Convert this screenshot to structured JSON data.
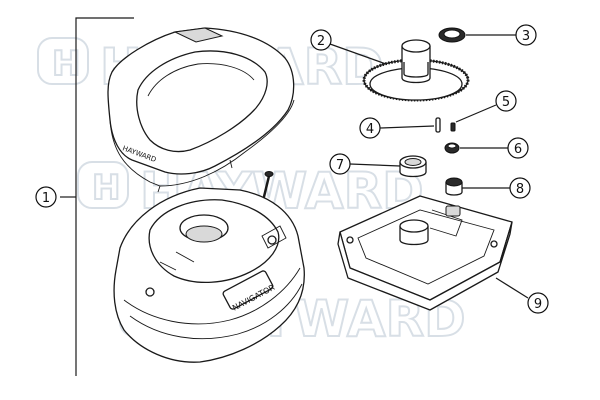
{
  "watermark": {
    "brand": "HAYWARD",
    "logo_letter": "H"
  },
  "callouts": [
    {
      "id": "1",
      "label": "1"
    },
    {
      "id": "2",
      "label": "2"
    },
    {
      "id": "3",
      "label": "3"
    },
    {
      "id": "4",
      "label": "4"
    },
    {
      "id": "5",
      "label": "5"
    },
    {
      "id": "6",
      "label": "6"
    },
    {
      "id": "7",
      "label": "7"
    },
    {
      "id": "8",
      "label": "8"
    },
    {
      "id": "9",
      "label": "9"
    }
  ],
  "product_label": "NAVIGATOR",
  "top_lid_label": "HAYWARD",
  "icons": [
    "upper-housing",
    "lower-housing",
    "drive-gear",
    "small-gear",
    "pin",
    "screw",
    "nut",
    "bushing",
    "spacer",
    "base-plate",
    "long-screw"
  ]
}
